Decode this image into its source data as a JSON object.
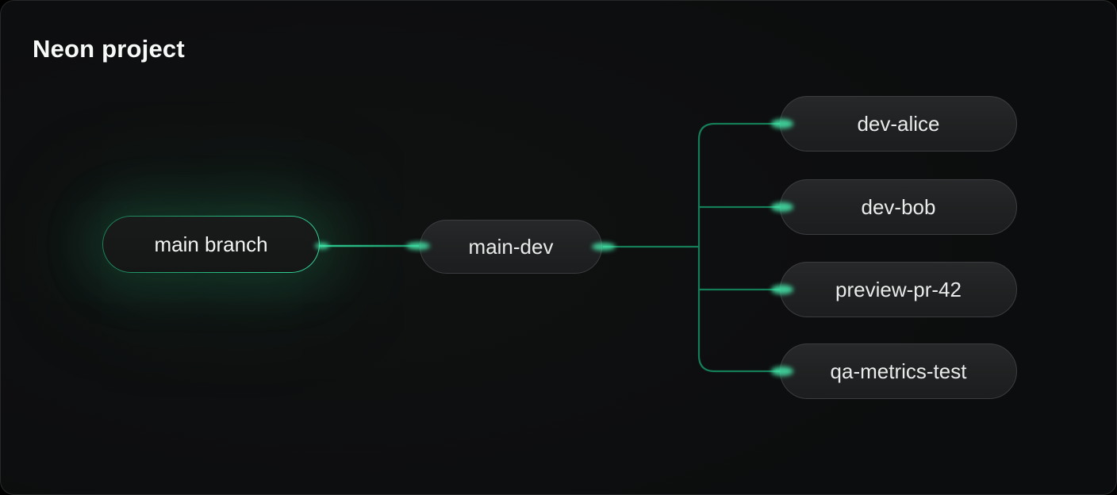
{
  "card": {
    "title": "Neon project"
  },
  "diagram": {
    "root": {
      "label": "main branch"
    },
    "trunk": {
      "label": "main-dev"
    },
    "branches": [
      {
        "label": "dev-alice"
      },
      {
        "label": "dev-bob"
      },
      {
        "label": "preview-pr-42"
      },
      {
        "label": "qa-metrics-test"
      }
    ]
  },
  "colors": {
    "card_background": "#0e0f10",
    "card_border": "#26282a",
    "node_background": "#212325",
    "node_border": "#3b3e41",
    "root_border_green": "#2fd79b",
    "connector_green": "#157e58",
    "glow_green": "#35e0a2",
    "text": "#e9eaea",
    "title_text": "#f7f8f8"
  }
}
